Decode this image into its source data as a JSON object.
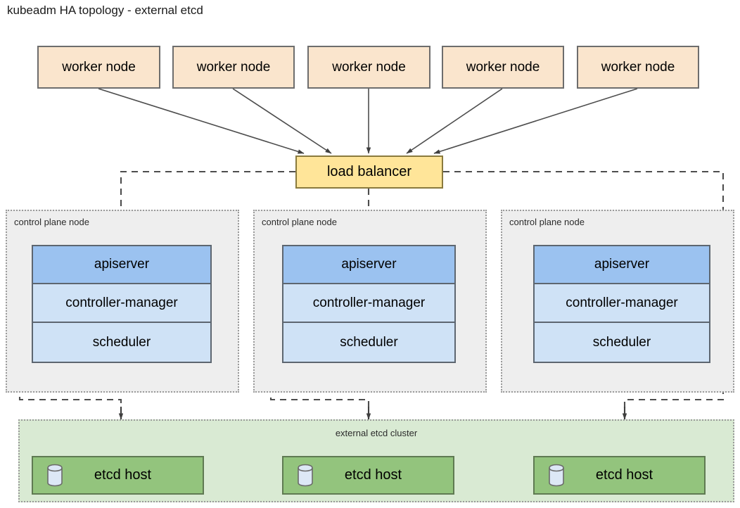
{
  "title": "kubeadm HA topology - external etcd",
  "colors": {
    "worker_fill": "#fae5cd",
    "worker_stroke": "#6d6d6d",
    "lb_fill": "#ffe599",
    "lb_stroke": "#8a7a3d",
    "cp_group_fill": "#eeeeee",
    "cp_group_stroke": "#9a9a9a",
    "apiserver_fill": "#9bc2f0",
    "component_fill": "#cfe2f6",
    "component_stroke": "#5d6670",
    "etcd_cluster_fill": "#d9ead3",
    "etcd_host_fill": "#93c47d",
    "etcd_host_stroke": "#5f7a52",
    "connector_stroke": "#4d4d4d"
  },
  "workers": [
    {
      "label": "worker node"
    },
    {
      "label": "worker node"
    },
    {
      "label": "worker node"
    },
    {
      "label": "worker node"
    },
    {
      "label": "worker node"
    }
  ],
  "load_balancer": {
    "label": "load balancer"
  },
  "control_planes": [
    {
      "group_label": "control plane node",
      "components": [
        {
          "label": "apiserver"
        },
        {
          "label": "controller-manager"
        },
        {
          "label": "scheduler"
        }
      ]
    },
    {
      "group_label": "control plane node",
      "components": [
        {
          "label": "apiserver"
        },
        {
          "label": "controller-manager"
        },
        {
          "label": "scheduler"
        }
      ]
    },
    {
      "group_label": "control plane node",
      "components": [
        {
          "label": "apiserver"
        },
        {
          "label": "controller-manager"
        },
        {
          "label": "scheduler"
        }
      ]
    }
  ],
  "etcd_cluster": {
    "label": "external etcd cluster",
    "hosts": [
      {
        "label": "etcd host",
        "icon": "database-cylinder-icon"
      },
      {
        "label": "etcd host",
        "icon": "database-cylinder-icon"
      },
      {
        "label": "etcd host",
        "icon": "database-cylinder-icon"
      }
    ]
  }
}
